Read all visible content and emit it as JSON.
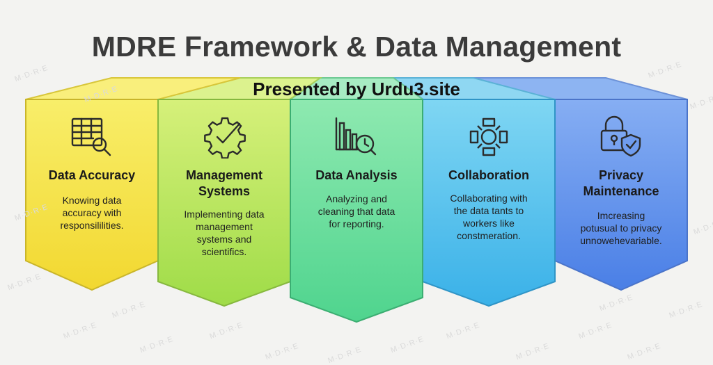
{
  "title": "MDRE Framework & Data Management",
  "subtitle": "Presented by Urdu3.site",
  "watermark": "M·D·R·E",
  "panels": [
    {
      "title": "Data Accuracy",
      "desc": "Knowing data\naccuracy with\nresponsililities.",
      "icon": "table-magnifier-icon",
      "color": "#f7e84a"
    },
    {
      "title": "Management\nSystems",
      "desc": "Implementing data\nmanagement\nsystems and\nscientifics.",
      "icon": "gear-check-icon",
      "color": "#c2ea5a"
    },
    {
      "title": "Data Analysis",
      "desc": "Analyzing and\ncleaning that data\nfor reporting.",
      "icon": "bar-chart-clock-icon",
      "color": "#78e39c"
    },
    {
      "title": "Collaboration",
      "desc": "Collaborating with\nthe data tants to\nworkers like\nconstmeration.",
      "icon": "hands-collaboration-icon",
      "color": "#62c8ee"
    },
    {
      "title": "Privacy\nMaintenance",
      "desc": "Imcreasing\npotusual to privacy\nunnowehevariable.",
      "icon": "lock-shield-icon",
      "color": "#6f9cee"
    }
  ]
}
